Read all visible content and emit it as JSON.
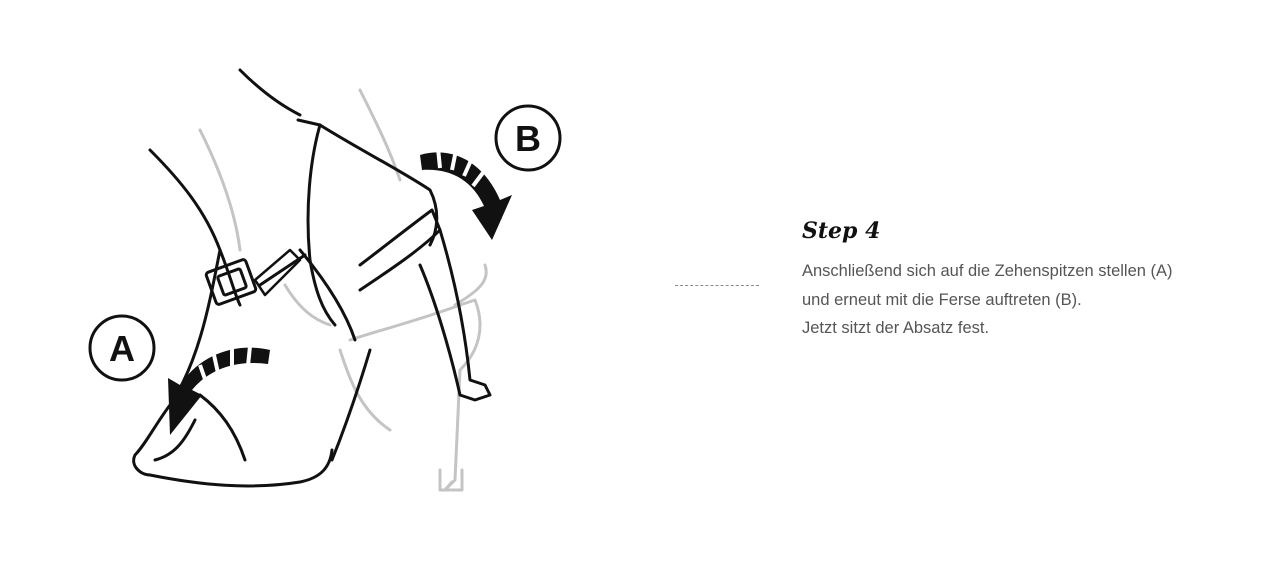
{
  "illustration": {
    "label_a": "A",
    "label_b": "B",
    "icon": "sandal-illustration"
  },
  "step": {
    "title": "Step 4",
    "lines": [
      "Anschließend sich auf die Zehenspitzen stellen (A)",
      "und erneut mit die Ferse auftreten (B).",
      "Jetzt sitzt der Absatz fest."
    ]
  },
  "colors": {
    "ink": "#111111",
    "ghost": "#bdbdbd",
    "text": "#555555",
    "divider": "#8a8a8a"
  }
}
